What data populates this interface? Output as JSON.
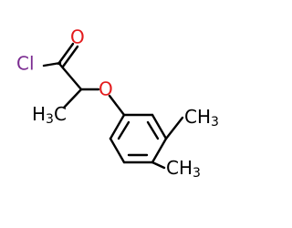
{
  "molecule": {
    "atoms": {
      "chlorine": {
        "symbol": "Cl",
        "color": "#7b2c91"
      },
      "carbonyl_oxygen": {
        "symbol": "O",
        "color": "#e31a1c"
      },
      "ether_oxygen": {
        "symbol": "O",
        "color": "#e31a1c"
      },
      "methyl_alpha": {
        "main": "H",
        "subscript": "3",
        "tail": "C",
        "color": "#000000"
      },
      "methyl_ring_3": {
        "main": "CH",
        "subscript": "3",
        "color": "#000000"
      },
      "methyl_ring_4": {
        "main": "CH",
        "subscript": "3",
        "color": "#000000"
      }
    },
    "bond_color": "#000000"
  }
}
